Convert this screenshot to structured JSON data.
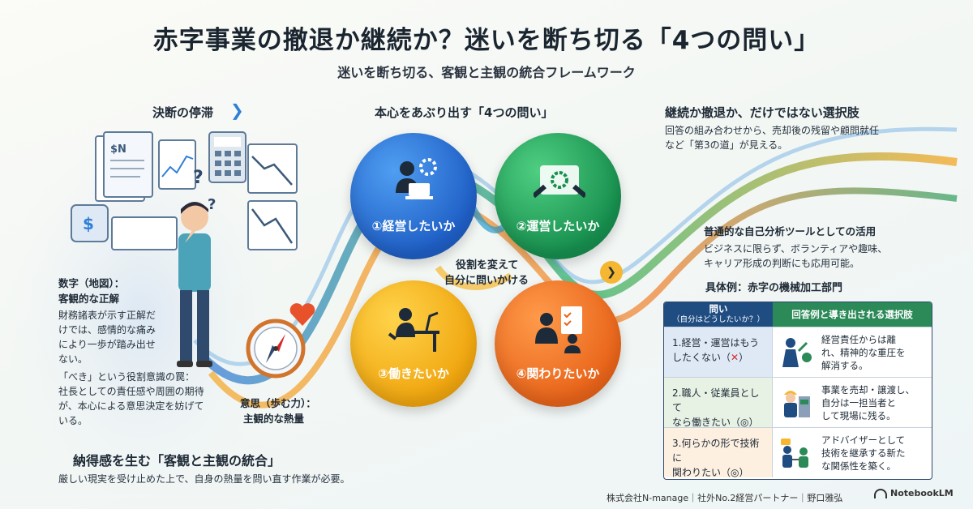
{
  "header": {
    "title": "赤字事業の撤退か継続か？迷いを断ち切る「4つの問い」",
    "subtitle": "迷いを断ち切る、客観と主観の統合フレームワーク"
  },
  "left": {
    "section_title": "決断の停滞",
    "numbers_heading_1": "数字（地図）：",
    "numbers_heading_2": "客観的な正解",
    "numbers_body": [
      "財務諸表が示す正解だ",
      "けでは、感情的な痛み",
      "により一歩が踏み出せ",
      "ない。"
    ],
    "role_heading": "「べき」という役割意識の罠：",
    "role_body": [
      "社長としての責任感や周囲の期待",
      "が、本心による意思決定を妨げて",
      "いる。"
    ],
    "will_heading_1": "意思（歩む力）：",
    "will_heading_2": "主観的な熱量",
    "bottom_title": "納得感を生む「客観と主観の統合」",
    "bottom_body": "厳しい現実を受け止めた上で、自身の熱量を問い直す作業が必要。"
  },
  "center": {
    "section_title": "本心をあぶり出す「4つの問い」",
    "questions": [
      "①経営したいか",
      "②運営したいか",
      "③働きたいか",
      "④関わりたいか"
    ],
    "middle_text_1": "役割を変えて",
    "middle_text_2": "自分に問いかける"
  },
  "right": {
    "section_title": "継続か撤退か、だけではない選択肢",
    "section_body_1": "回答の組み合わせから、売却後の残留や顧問就任",
    "section_body_2": "など「第3の道」が見える。",
    "tool_title": "普通的な自己分析ツールとしての活用",
    "tool_body_1": "ビジネスに限らず、ボランティアや趣味、",
    "tool_body_2": "キャリア形成の判断にも応用可能。",
    "example_title": "具体例：赤字の機械加工部門",
    "table": {
      "col1": "問い",
      "col1_sub": "（自分はどうしたいか？）",
      "col2": "回答例と導き出される選択肢",
      "rows": [
        {
          "q1": "1.経営・運営はもう",
          "q2": "したくない（",
          "mark": "✕",
          "q3": "）",
          "a1": "経営責任からは離",
          "a2": "れ、精神的な重圧を",
          "a3": "解消する。"
        },
        {
          "q1": "2.職人・従業員として",
          "q2": "なら働きたい（",
          "mark": "◎",
          "q3": "）",
          "a1": "事業を売却・譲渡し、",
          "a2": "自分は一担当者と",
          "a3": "して現場に残る。"
        },
        {
          "q1": "3.何らかの形で技術に",
          "q2": "関わりたい（",
          "mark": "◎",
          "q3": "）",
          "a1": "アドバイザーとして",
          "a2": "技術を継承する新た",
          "a3": "な関係性を築く。"
        }
      ]
    }
  },
  "footer": {
    "credit": "株式会社N-manage｜社外No.2経営パートナー｜野口雅弘",
    "brand": "NotebookLM"
  },
  "colors": {
    "blue": "#1f5fc6",
    "green": "#178f4e",
    "yellow": "#f0a60f",
    "orange": "#e8641a",
    "red_mark": "#d62828"
  }
}
